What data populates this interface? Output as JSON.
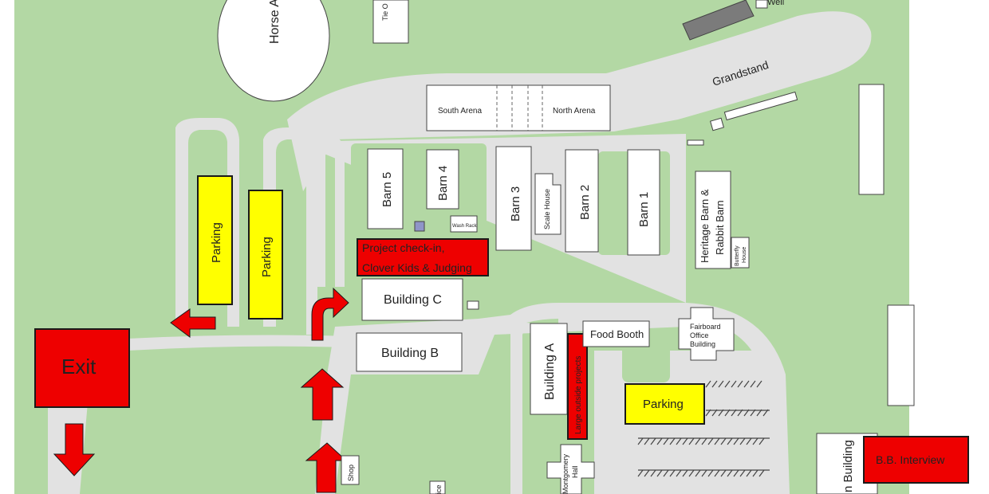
{
  "colors": {
    "grass": "#b3d8a4",
    "road": "#e2e2e2",
    "building": "#ffffff",
    "highlight_red": "#ee0000",
    "highlight_yellow": "#ffff00",
    "arrow_red": "#ee0000",
    "outline_dark": "#1a1a1a",
    "bleacher": "#7b7b7b"
  },
  "labels": {
    "horse_arena": "Horse A",
    "tie_out": "Tie O",
    "well": "Well",
    "grandstand": "Grandstand",
    "south_arena": "South Arena",
    "north_arena": "North Arena",
    "barn5": "Barn 5",
    "barn4": "Barn 4",
    "barn3": "Barn 3",
    "barn2": "Barn 2",
    "barn1": "Barn 1",
    "scale_house": "Scale House",
    "wash_rack": "Wash Rack",
    "heritage_line1": "Heritage Barn &",
    "heritage_line2": "Rabbit Barn",
    "butterfly_line1": "Butterfly",
    "butterfly_line2": "House",
    "checkin_line1": "Project check-in,",
    "checkin_line2": "Clover Kids & Judging",
    "building_c": "Building C",
    "building_b": "Building B",
    "building_a": "Building A",
    "food_booth": "Food Booth",
    "fairboard_line1": "Fairboard",
    "fairboard_line2": "Office",
    "fairboard_line3": "Building",
    "large_outside": "Large outside projects",
    "parking": "Parking",
    "exit": "Exit",
    "bb_interview": "B.B. Interview",
    "montgomery_line1": "Montgomery",
    "montgomery_line2": "Hall",
    "shop": "Shop",
    "office_partial": "ice",
    "partial_building": "n Building"
  },
  "icons": [
    "arrow-left-icon",
    "arrow-down-icon",
    "arrow-up-icon",
    "arrow-turn-right-icon"
  ]
}
